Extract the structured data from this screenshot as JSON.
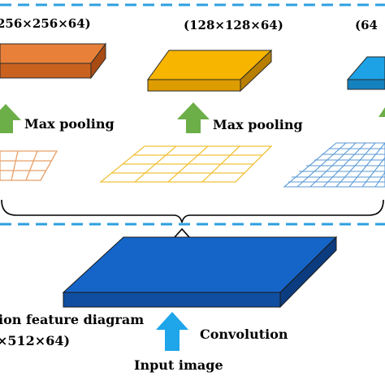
{
  "top_row": {
    "left_dims": "256×256×64)",
    "mid_dims": "(128×128×64)",
    "right_dims": "(64"
  },
  "pooling": {
    "left_label": "Max pooling",
    "mid_label": "Max pooling"
  },
  "bottom": {
    "feature_label": "ion feature diagram",
    "feature_dims": "×512×64)",
    "convolution_label": "Convolution",
    "input_label": "Input image"
  },
  "colors": {
    "dashed_line": "#2e9fe0",
    "orange_slab": "#e8803a",
    "yellow_slab": "#f7b500",
    "cyan_slab": "#1da2e6",
    "blue_slab": "#1565c8",
    "green_arrow": "#6cae48",
    "blue_arrow": "#1ea5ea",
    "orange_grid": "#e7a06a",
    "yellow_grid": "#f0c23a",
    "blue_grid": "#5b9ad6"
  },
  "icons": {
    "pool_arrow": "green-up-arrow-icon",
    "conv_arrow": "blue-up-arrow-icon",
    "hollow_arrow": "hollow-up-arrow-icon"
  }
}
